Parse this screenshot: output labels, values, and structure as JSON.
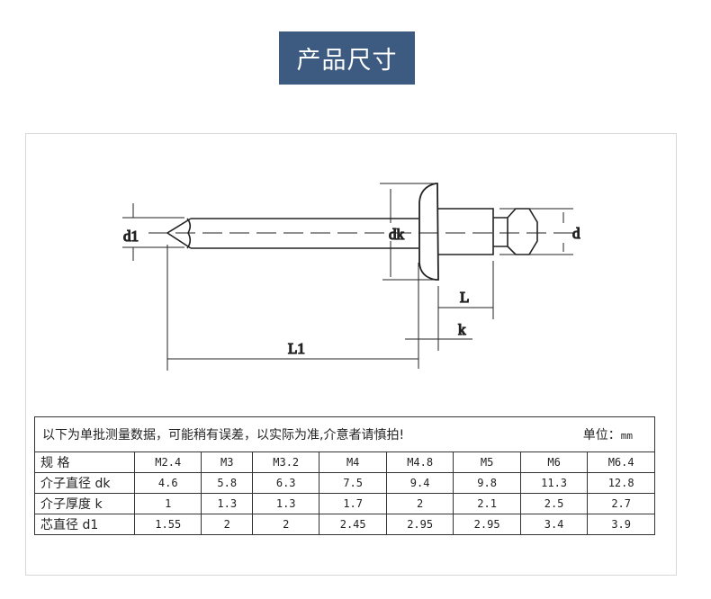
{
  "title": "产品尺寸",
  "diagram_labels": {
    "d1": "d1",
    "dk": "dk",
    "d": "d",
    "L": "L",
    "k": "k",
    "L1": "L1"
  },
  "table": {
    "note": "以下为单批测量数据，可能稍有误差，以实际为准,介意者请慎拍!",
    "unit_label": "单位：",
    "unit_value": "mm",
    "rows": [
      {
        "label": "规 格",
        "values": [
          "M2.4",
          "M3",
          "M3.2",
          "M4",
          "M4.8",
          "M5",
          "M6",
          "M6.4"
        ]
      },
      {
        "label": "介子直径 dk",
        "values": [
          "4.6",
          "5.8",
          "6.3",
          "7.5",
          "9.4",
          "9.8",
          "11.3",
          "12.8"
        ]
      },
      {
        "label": "介子厚度 k",
        "values": [
          "1",
          "1.3",
          "1.3",
          "1.7",
          "2",
          "2.1",
          "2.5",
          "2.7"
        ]
      },
      {
        "label": "芯直径 d1",
        "values": [
          "1.55",
          "2",
          "2",
          "2.45",
          "2.95",
          "2.95",
          "3.4",
          "3.9"
        ]
      }
    ]
  }
}
